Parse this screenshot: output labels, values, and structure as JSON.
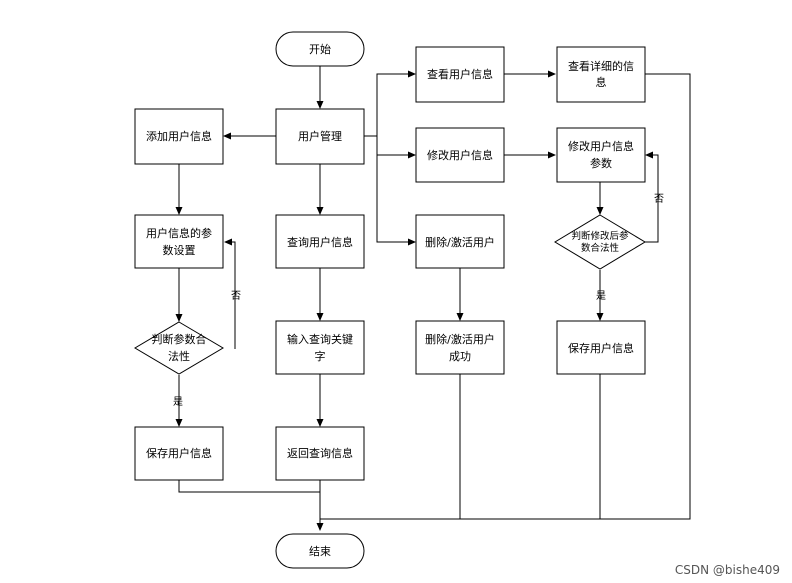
{
  "nodes": {
    "start": [
      "开始"
    ],
    "user_mgmt": [
      "用户管理"
    ],
    "add_user": [
      "添加用户信息"
    ],
    "param_setting": [
      "用户信息的参",
      "数设置"
    ],
    "check_params": [
      "判断参数合",
      "法性"
    ],
    "save_left": [
      "保存用户信息"
    ],
    "query_user": [
      "查询用户信息"
    ],
    "input_keyword": [
      "输入查询关键",
      "字"
    ],
    "return_query": [
      "返回查询信息"
    ],
    "view_user": [
      "查看用户信息"
    ],
    "view_detail": [
      "查看详细的信",
      "息"
    ],
    "modify_user": [
      "修改用户信息"
    ],
    "modify_params": [
      "修改用户信息",
      "参数"
    ],
    "check_modified": [
      "判断修改后参",
      "数合法性"
    ],
    "save_right": [
      "保存用户信息"
    ],
    "delete_activate": [
      "删除/激活用户"
    ],
    "delete_success": [
      "删除/激活用户",
      "成功"
    ],
    "end": [
      "结束"
    ]
  },
  "edge_labels": {
    "left_no": "否",
    "left_yes": "是",
    "right_no": "否",
    "right_yes": "是"
  },
  "watermark": "CSDN @bishe409"
}
